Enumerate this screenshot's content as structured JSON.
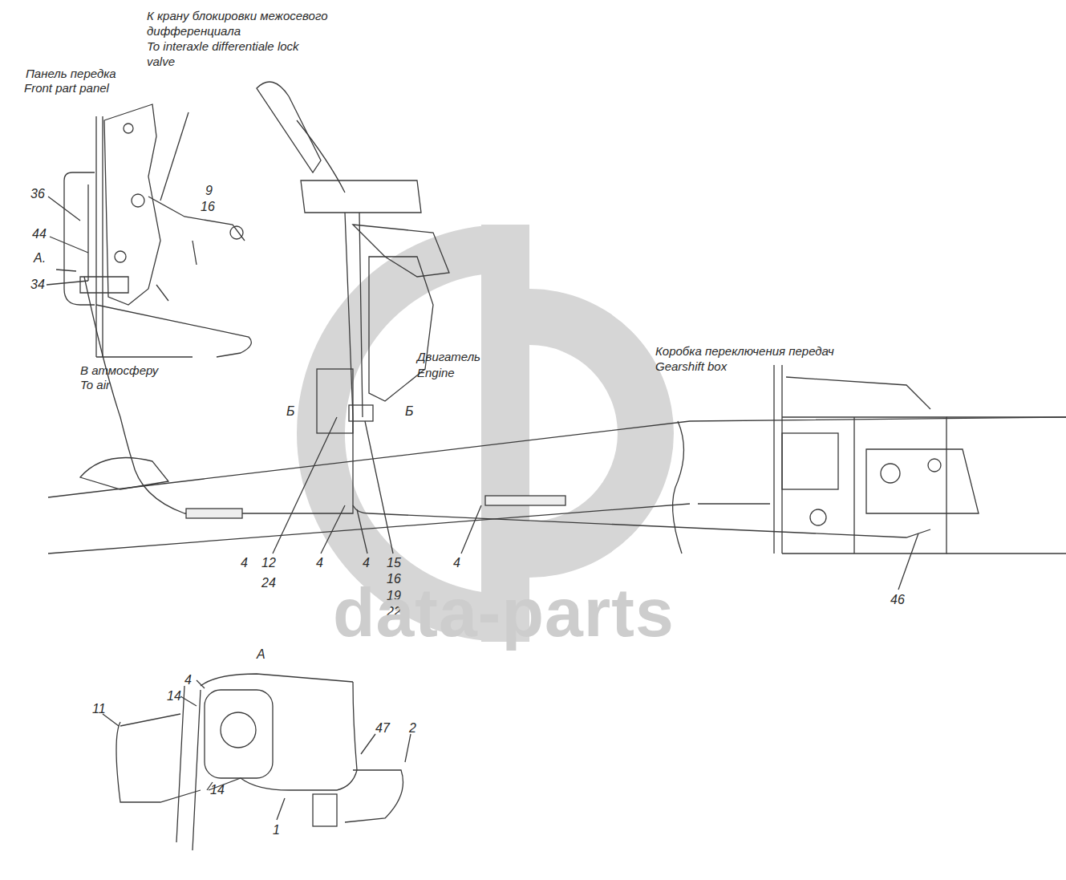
{
  "diagram": {
    "labels": [
      "К крану блокировки межосевого дифференциала",
      "To interaxle differentiale lock valve",
      "Панель передка",
      "Front part panel",
      "36",
      "44",
      "A.",
      "34",
      "9",
      "16",
      "В атмосферу",
      "To air",
      "Двигатель",
      "Engine",
      "Б",
      "Б",
      "Коробка переключения передач",
      "Gearshift box",
      "4",
      "12",
      "24",
      "4",
      "4",
      "15",
      "16",
      "19",
      "22",
      "4",
      "46",
      "data-parts",
      "A",
      "4",
      "14",
      "11",
      "47",
      "2",
      "14",
      "1"
    ]
  }
}
